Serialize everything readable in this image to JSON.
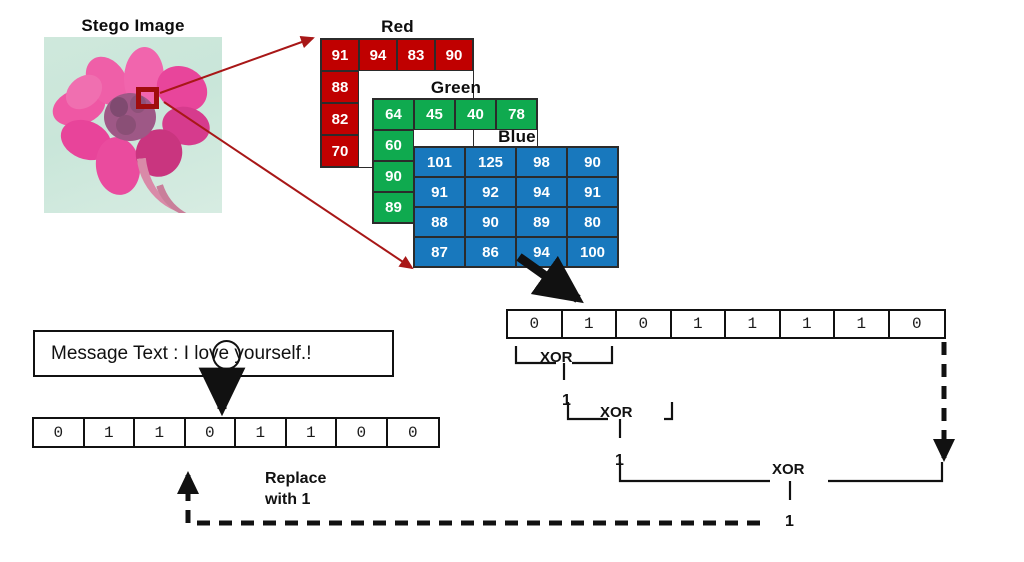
{
  "figure": {
    "stego_title": "Stego Image",
    "red_title": "Red",
    "green_title": "Green",
    "blue_title": "Blue"
  },
  "channels": {
    "red": {
      "label": "Red",
      "color": "#c00000",
      "row0": [
        "91",
        "94",
        "83",
        "90"
      ],
      "col_tail": [
        "88",
        "82",
        "70"
      ]
    },
    "green": {
      "label": "Green",
      "color": "#0faa4f",
      "row0": [
        "64",
        "45",
        "40",
        "78"
      ],
      "col_tail": [
        "60",
        "90",
        "89"
      ]
    },
    "blue": {
      "label": "Blue",
      "color": "#1878bd",
      "rows": [
        [
          "101",
          "125",
          "98",
          "90"
        ],
        [
          "91",
          "92",
          "94",
          "91"
        ],
        [
          "88",
          "90",
          "89",
          "80"
        ],
        [
          "87",
          "86",
          "94",
          "100"
        ]
      ]
    }
  },
  "lsb_strip": {
    "name": "blue-lsb-bits",
    "bits": [
      "0",
      "1",
      "0",
      "1",
      "1",
      "1",
      "1",
      "0"
    ]
  },
  "message": {
    "label": "Message Text",
    "separator": " : ",
    "text": "I love yourself.!",
    "full": "Message Text : I love yourself.!"
  },
  "message_strip": {
    "name": "message-bits",
    "bits": [
      "0",
      "1",
      "1",
      "0",
      "1",
      "1",
      "0",
      "0"
    ]
  },
  "xor_steps": [
    {
      "label": "XOR",
      "result": "1"
    },
    {
      "label": "XOR",
      "result": "1"
    },
    {
      "label": "XOR",
      "result": "1"
    }
  ],
  "replace_note": {
    "line1": "Replace",
    "line2": "with 1"
  },
  "colors": {
    "red": "#c00000",
    "green": "#0faa4f",
    "blue": "#1878bd",
    "arrow_red": "#a81717",
    "arrow_black": "#111111",
    "photo_bg": "#cfe8dc",
    "flower": "#e8449a"
  }
}
